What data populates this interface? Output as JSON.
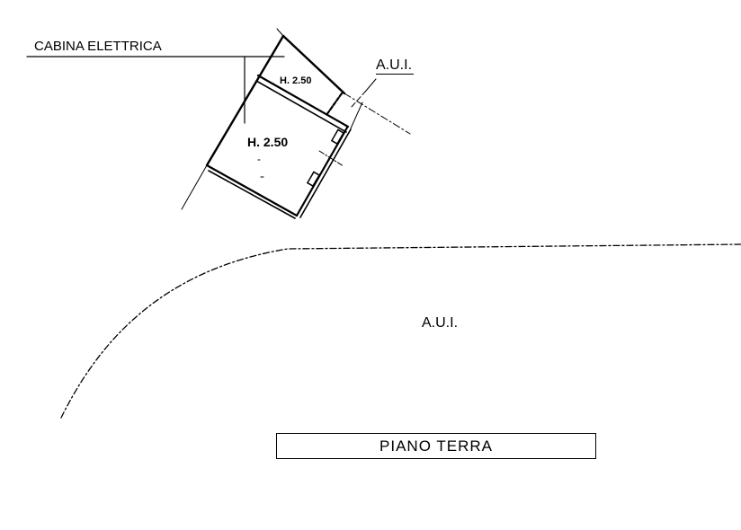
{
  "labels": {
    "cabina": "CABINA ELETTRICA",
    "aui_top": "A.U.I.",
    "height_small_room": "H. 2.50",
    "height_main_room": "H. 2.50",
    "aui_area": "A.U.I.",
    "floor_title": "PIANO TERRA"
  }
}
